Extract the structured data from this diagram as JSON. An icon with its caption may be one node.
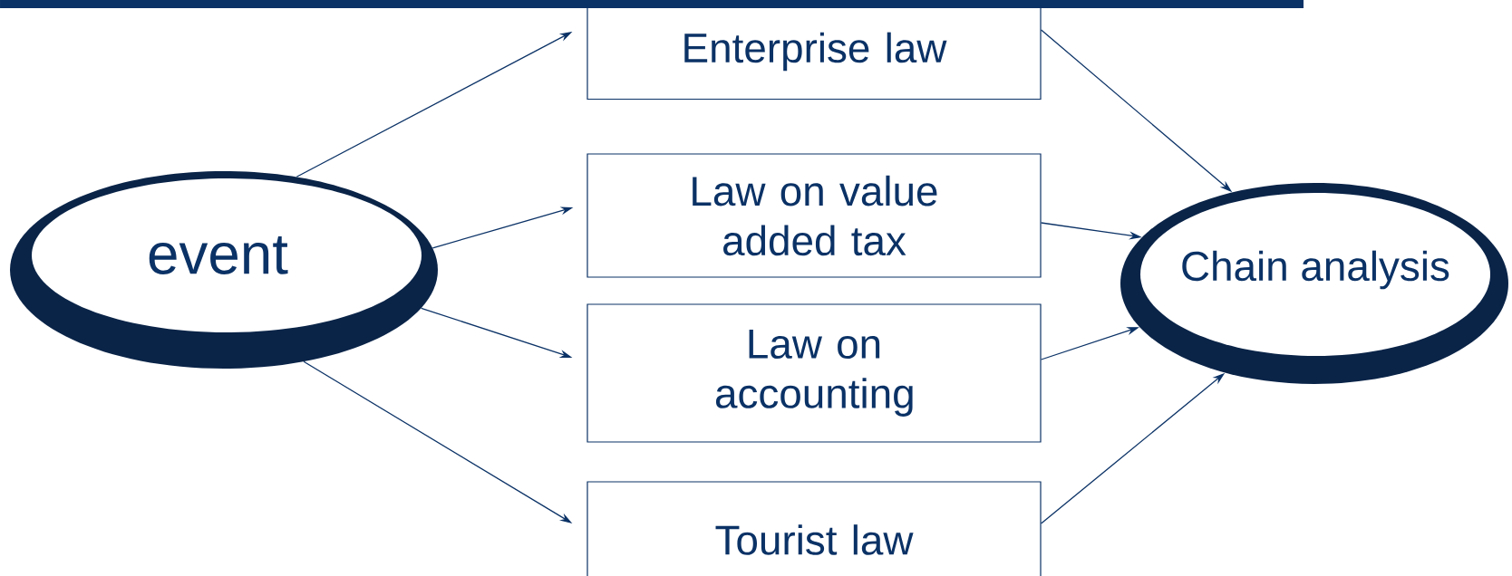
{
  "diagram": {
    "nodes": [
      {
        "text": [
          "event"
        ]
      },
      {
        "text": [
          "Enterprise law"
        ]
      },
      {
        "text": [
          "Law on value added tax"
        ]
      },
      {
        "text": [
          "Law on accounting"
        ]
      },
      {
        "text": [
          "Tourist law"
        ]
      },
      {
        "text": [
          "Chain analysis"
        ]
      }
    ],
    "edges": [
      {
        "from": 0,
        "to": 1,
        "arrow": "to"
      },
      {
        "from": 0,
        "to": 2,
        "arrow": "to"
      },
      {
        "from": 0,
        "to": 3,
        "arrow": "to"
      },
      {
        "from": 0,
        "to": 4,
        "arrow": "to"
      },
      {
        "from": 1,
        "to": 5,
        "arrow": "to"
      },
      {
        "from": 2,
        "to": 5,
        "arrow": "to"
      },
      {
        "from": 3,
        "to": 5,
        "arrow": "to"
      },
      {
        "from": 4,
        "to": 5,
        "arrow": "to"
      }
    ]
  }
}
